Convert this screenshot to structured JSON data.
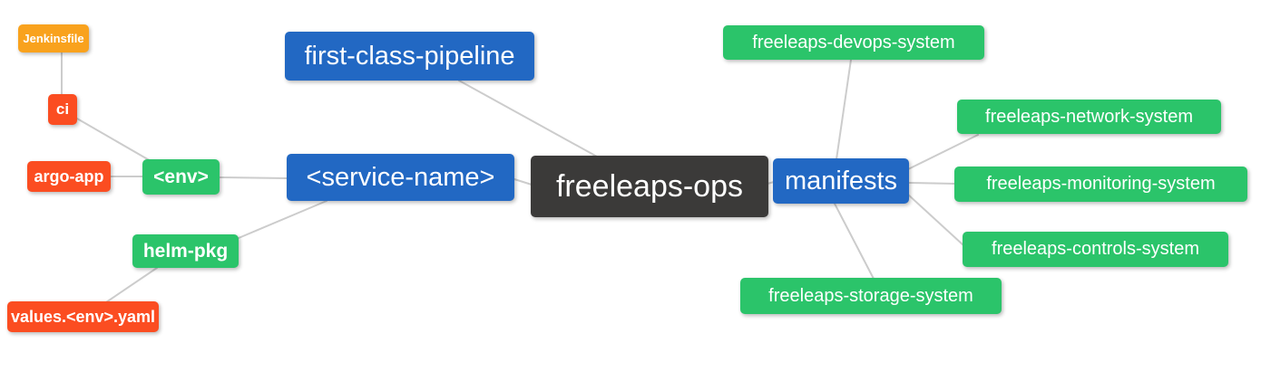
{
  "palette": {
    "blue": "#2268C3",
    "green": "#2BC46A",
    "red": "#FB4D21",
    "orange": "#F9A21D",
    "dark": "#3B3A39",
    "edge": "#CCCCCC",
    "text": "#FFFFFF",
    "background": "#FFFFFF"
  },
  "diagram_type": "mind-map",
  "root": "freeleaps-ops",
  "nodes": [
    {
      "id": "freeleaps-ops",
      "label": "freeleaps-ops",
      "color": "dark",
      "depth": 0
    },
    {
      "id": "first-class-pipeline",
      "label": "first-class-pipeline",
      "color": "blue",
      "depth": 1
    },
    {
      "id": "service-name",
      "label": "<service-name>",
      "color": "blue",
      "depth": 1
    },
    {
      "id": "manifests",
      "label": "manifests",
      "color": "blue",
      "depth": 1
    },
    {
      "id": "env",
      "label": "<env>",
      "color": "green",
      "depth": 2
    },
    {
      "id": "helm-pkg",
      "label": "helm-pkg",
      "color": "green",
      "depth": 2
    },
    {
      "id": "ci",
      "label": "ci",
      "color": "red",
      "depth": 3
    },
    {
      "id": "argo-app",
      "label": "argo-app",
      "color": "red",
      "depth": 3
    },
    {
      "id": "jenkinsfile",
      "label": "Jenkinsfile",
      "color": "orange",
      "depth": 4
    },
    {
      "id": "values-env-yaml",
      "label": "values.<env>.yaml",
      "color": "red",
      "depth": 3
    },
    {
      "id": "freeleaps-devops-system",
      "label": "freeleaps-devops-system",
      "color": "green",
      "depth": 2
    },
    {
      "id": "freeleaps-network-system",
      "label": "freeleaps-network-system",
      "color": "green",
      "depth": 2
    },
    {
      "id": "freeleaps-monitoring-system",
      "label": "freeleaps-monitoring-system",
      "color": "green",
      "depth": 2
    },
    {
      "id": "freeleaps-controls-system",
      "label": "freeleaps-controls-system",
      "color": "green",
      "depth": 2
    },
    {
      "id": "freeleaps-storage-system",
      "label": "freeleaps-storage-system",
      "color": "green",
      "depth": 2
    }
  ],
  "edges": [
    {
      "from": "jenkinsfile",
      "to": "ci"
    },
    {
      "from": "ci",
      "to": "env"
    },
    {
      "from": "argo-app",
      "to": "env"
    },
    {
      "from": "env",
      "to": "service-name"
    },
    {
      "from": "helm-pkg",
      "to": "service-name"
    },
    {
      "from": "values-env-yaml",
      "to": "helm-pkg"
    },
    {
      "from": "service-name",
      "to": "freeleaps-ops"
    },
    {
      "from": "first-class-pipeline",
      "to": "freeleaps-ops"
    },
    {
      "from": "freeleaps-ops",
      "to": "manifests"
    },
    {
      "from": "manifests",
      "to": "freeleaps-devops-system"
    },
    {
      "from": "manifests",
      "to": "freeleaps-network-system"
    },
    {
      "from": "manifests",
      "to": "freeleaps-monitoring-system"
    },
    {
      "from": "manifests",
      "to": "freeleaps-controls-system"
    },
    {
      "from": "manifests",
      "to": "freeleaps-storage-system"
    }
  ]
}
